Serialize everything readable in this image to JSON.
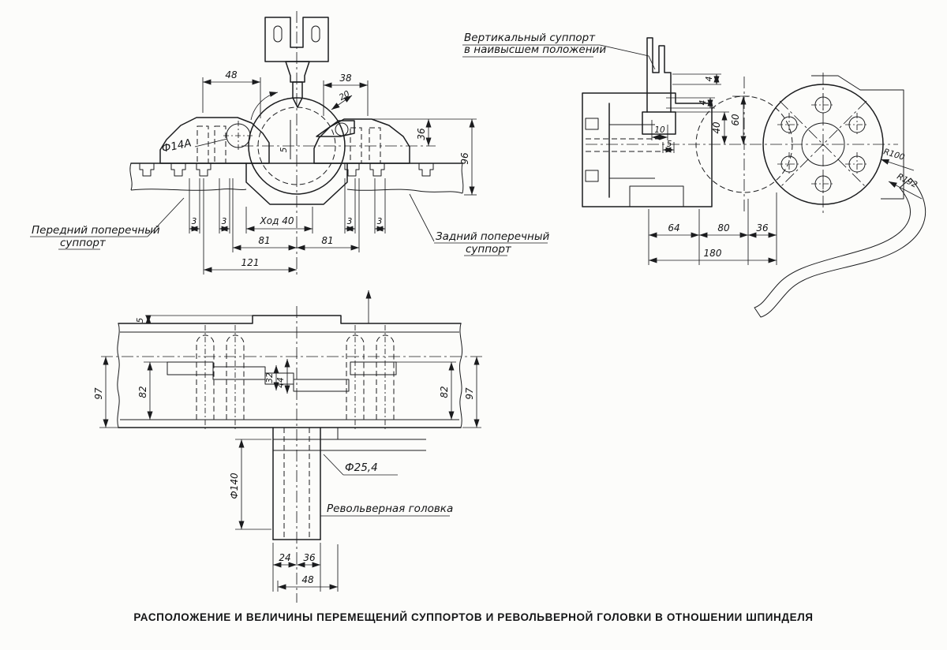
{
  "caption": "РАСПОЛОЖЕНИЕ И ВЕЛИЧИНЫ ПЕРЕМЕЩЕНИЙ СУППОРТОВ  И РЕВОЛЬВЕРНОЙ ГОЛОВКИ В ОТНОШЕНИИ ШПИНДЕЛЯ",
  "front_view": {
    "labels": {
      "front_support_line1": "Передний поперечный",
      "front_support_line2": "суппорт",
      "rear_support_line1": "Задний поперечный",
      "rear_support_line2": "суппорт",
      "hole_dia": "Ф14А",
      "travel": "Ход 40"
    },
    "dims": {
      "w48": "48",
      "w38": "38",
      "w20": "20",
      "off5": "5",
      "h36": "36",
      "h96": "96",
      "g3a": "3",
      "g3b": "3",
      "g3c": "3",
      "g3d": "3",
      "c81l": "81",
      "c81r": "81",
      "c121": "121"
    }
  },
  "side_view": {
    "labels": {
      "vertical_support_line1": "Вертикальный  суппорт",
      "vertical_support_line2": "в наивысшем положении"
    },
    "dims": {
      "t4a": "4",
      "t4b": "4",
      "w10": "10",
      "w5": "5",
      "h40": "40",
      "h60": "60",
      "r100": "R100",
      "r192": "R192",
      "b64": "64",
      "b80": "80",
      "b36": "36",
      "b180": "180"
    }
  },
  "plan_view": {
    "labels": {
      "turret_head": "Револьверная головка",
      "bore_dia": "Ф25,4",
      "head_dia": "Ф140"
    },
    "dims": {
      "t5": "5",
      "l97": "97",
      "l82": "82",
      "c32": "32",
      "c44": "44",
      "r82": "82",
      "r97": "97",
      "b24": "24",
      "b36": "36",
      "b48": "48"
    }
  }
}
